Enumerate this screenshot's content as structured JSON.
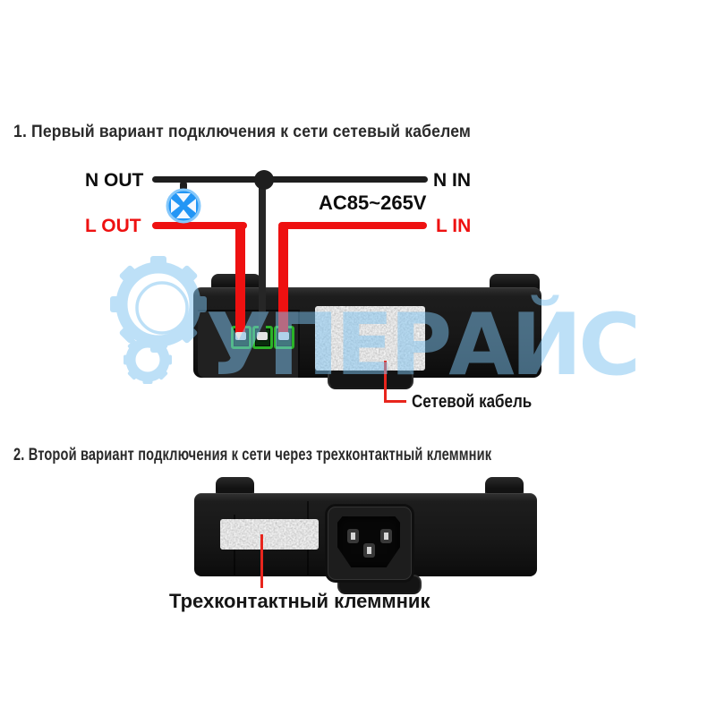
{
  "colors": {
    "wire_live_red": "#ee1111",
    "wire_neutral_black": "#1e1e1e",
    "terminal_green": "#2bb227",
    "load_icon_blue": "#2396f5",
    "callout_line_red": "#e8251d",
    "watermark_blue": "#7dc3f0"
  },
  "section1": {
    "title": "1. Первый вариант подключения к сети сетевый кабелем",
    "diagram": {
      "label_n_out": "N OUT",
      "label_n_in": "N IN",
      "label_l_out": "L OUT",
      "label_l_in": "L IN",
      "label_voltage": "AC85~265V"
    },
    "callout": "Сетевой кабель"
  },
  "section2": {
    "title": "2. Второй вариант подключения к сети через трехконтактный клеммник",
    "callout": "Трехконтактный клеммник"
  },
  "watermark": {
    "text": "УПЕРАЙС"
  }
}
